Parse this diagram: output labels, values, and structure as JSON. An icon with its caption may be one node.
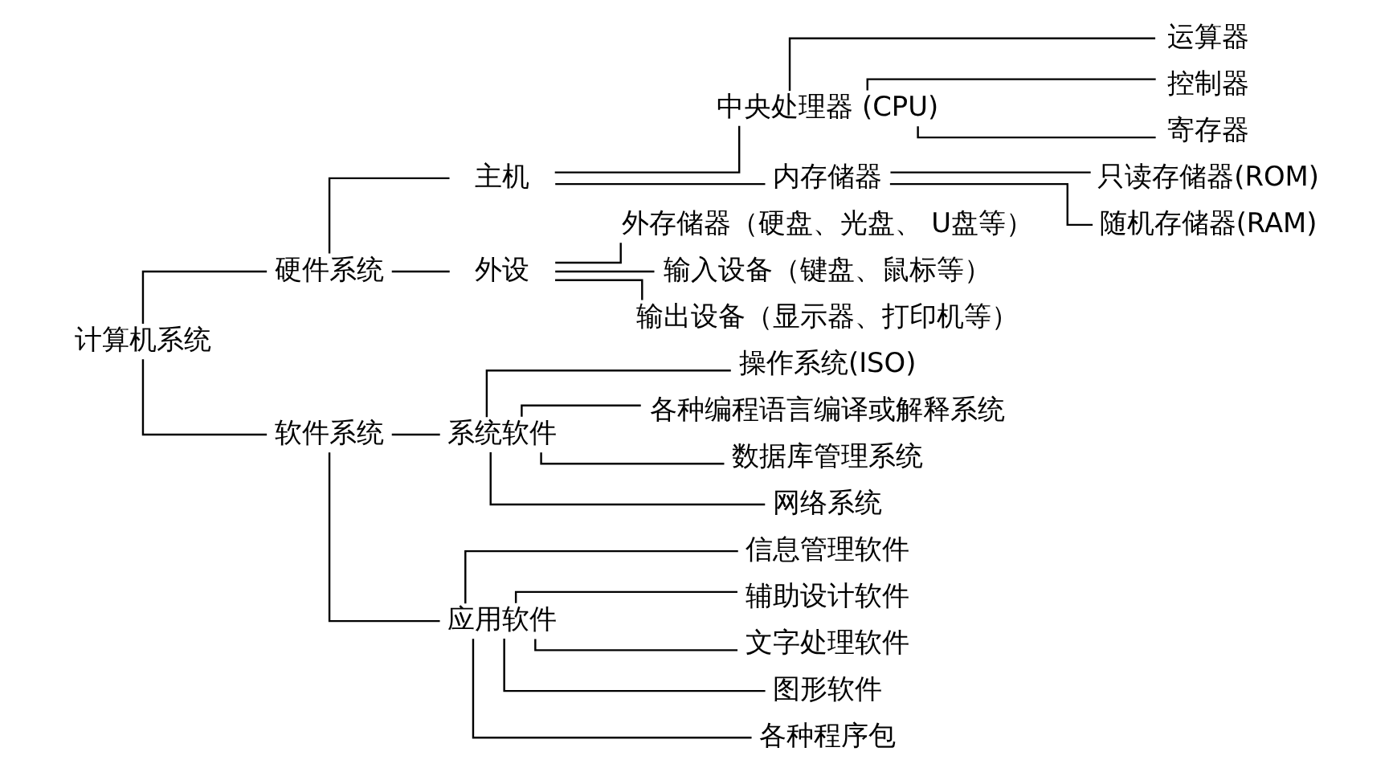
{
  "diagram": {
    "nodes": [
      {
        "text": [
          "计算机系统"
        ]
      },
      {
        "text": [
          "硬件系统"
        ]
      },
      {
        "text": [
          "主机"
        ]
      },
      {
        "text": [
          "中央处理器 (CPU)"
        ]
      },
      {
        "text": [
          "运算器"
        ]
      },
      {
        "text": [
          "控制器"
        ]
      },
      {
        "text": [
          "寄存器"
        ]
      },
      {
        "text": [
          "内存储器"
        ]
      },
      {
        "text": [
          "只读存储器(ROM)"
        ]
      },
      {
        "text": [
          "随机存储器(RAM)"
        ]
      },
      {
        "text": [
          "外设"
        ]
      },
      {
        "text": [
          "外存储器（硬盘、光盘、 U盘等）"
        ]
      },
      {
        "text": [
          "输入设备（键盘、鼠标等）"
        ]
      },
      {
        "text": [
          "输出设备（显示器、打印机等）"
        ]
      },
      {
        "text": [
          "软件系统"
        ]
      },
      {
        "text": [
          "系统软件"
        ]
      },
      {
        "text": [
          "操作系统(ISO)"
        ]
      },
      {
        "text": [
          "各种编程语言编译或解释系统"
        ]
      },
      {
        "text": [
          "数据库管理系统"
        ]
      },
      {
        "text": [
          "网络系统"
        ]
      },
      {
        "text": [
          "应用软件"
        ]
      },
      {
        "text": [
          "信息管理软件"
        ]
      },
      {
        "text": [
          "辅助设计软件"
        ]
      },
      {
        "text": [
          "文字处理软件"
        ]
      },
      {
        "text": [
          "图形软件"
        ]
      },
      {
        "text": [
          "各种程序包"
        ]
      }
    ],
    "edges": [
      {
        "from": 0,
        "to": 1,
        "arrow": "none"
      },
      {
        "from": 0,
        "to": 14,
        "arrow": "none"
      },
      {
        "from": 1,
        "to": 2,
        "arrow": "none"
      },
      {
        "from": 1,
        "to": 10,
        "arrow": "none"
      },
      {
        "from": 2,
        "to": 3,
        "arrow": "none"
      },
      {
        "from": 2,
        "to": 7,
        "arrow": "none"
      },
      {
        "from": 3,
        "to": 4,
        "arrow": "none"
      },
      {
        "from": 3,
        "to": 5,
        "arrow": "none"
      },
      {
        "from": 3,
        "to": 6,
        "arrow": "none"
      },
      {
        "from": 7,
        "to": 8,
        "arrow": "none"
      },
      {
        "from": 7,
        "to": 9,
        "arrow": "none"
      },
      {
        "from": 10,
        "to": 11,
        "arrow": "none"
      },
      {
        "from": 10,
        "to": 12,
        "arrow": "none"
      },
      {
        "from": 10,
        "to": 13,
        "arrow": "none"
      },
      {
        "from": 14,
        "to": 15,
        "arrow": "none"
      },
      {
        "from": 14,
        "to": 20,
        "arrow": "none"
      },
      {
        "from": 15,
        "to": 16,
        "arrow": "none"
      },
      {
        "from": 15,
        "to": 17,
        "arrow": "none"
      },
      {
        "from": 15,
        "to": 18,
        "arrow": "none"
      },
      {
        "from": 15,
        "to": 19,
        "arrow": "none"
      },
      {
        "from": 20,
        "to": 21,
        "arrow": "none"
      },
      {
        "from": 20,
        "to": 22,
        "arrow": "none"
      },
      {
        "from": 20,
        "to": 23,
        "arrow": "none"
      },
      {
        "from": 20,
        "to": 24,
        "arrow": "none"
      },
      {
        "from": 20,
        "to": 25,
        "arrow": "none"
      }
    ]
  }
}
